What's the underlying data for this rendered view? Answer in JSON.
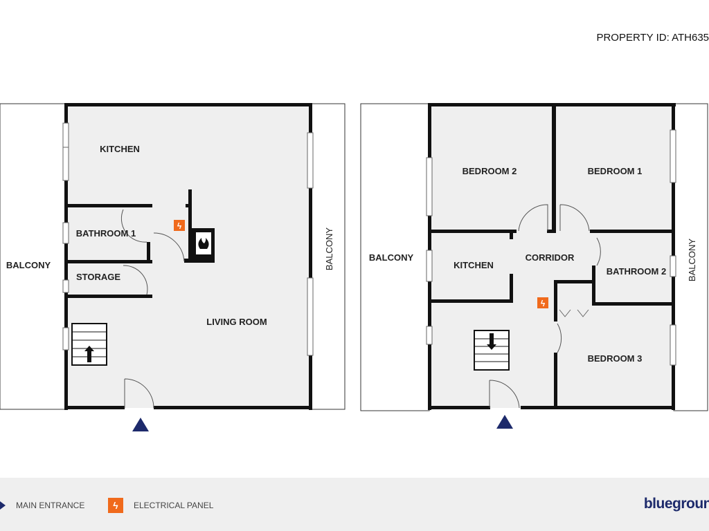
{
  "property_id": "PROPERTY ID: ATH635",
  "left_plan": {
    "rooms": {
      "kitchen": "KITCHEN",
      "bathroom": "BATHROOM 1",
      "storage": "STORAGE",
      "living": "LIVING ROOM",
      "balcony_left": "BALCONY",
      "balcony_right": "BALCONY"
    }
  },
  "right_plan": {
    "rooms": {
      "bedroom2": "BEDROOM 2",
      "bedroom1": "BEDROOM 1",
      "kitchen": "KITCHEN",
      "corridor": "CORRIDOR",
      "bathroom2": "BATHROOM 2",
      "bedroom3": "BEDROOM 3",
      "balcony_left": "BALCONY",
      "balcony_right": "BALCONY"
    }
  },
  "legend": {
    "main_entrance": "MAIN ENTRANCE",
    "electrical_panel": "ELECTRICAL PANEL"
  },
  "brand": "bluegroun",
  "colors": {
    "wall": "#111111",
    "floor": "#efefef",
    "electrical": "#f06a1c",
    "entrance": "#1d2a6b",
    "brand": "#1d2a6b"
  }
}
